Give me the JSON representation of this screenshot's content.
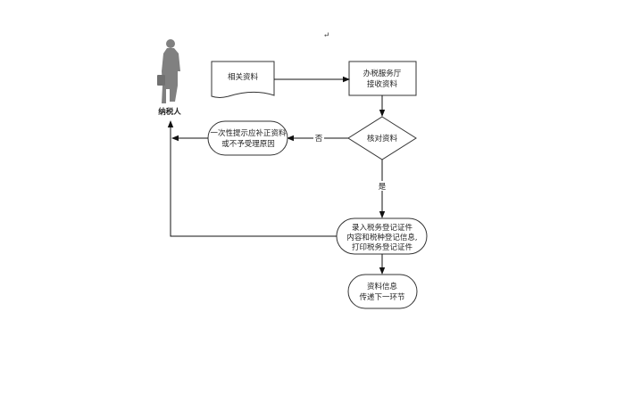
{
  "diagram": {
    "person_label": "纳税人",
    "pilcrow": "↵",
    "nodes": {
      "related_docs": "相关资料",
      "receive": [
        "办税服务厅",
        "接收资料"
      ],
      "verify": "核对资料",
      "notify": [
        "一次性提示应补正资料",
        "或不予受理原因"
      ],
      "input": [
        "录入税务登记证件",
        "内容和税种登记信息,",
        "打印税务登记证件"
      ],
      "transfer": [
        "资料信息",
        "传递下一环节"
      ]
    },
    "edges": {
      "no_label": "否",
      "yes_label": "是"
    }
  }
}
